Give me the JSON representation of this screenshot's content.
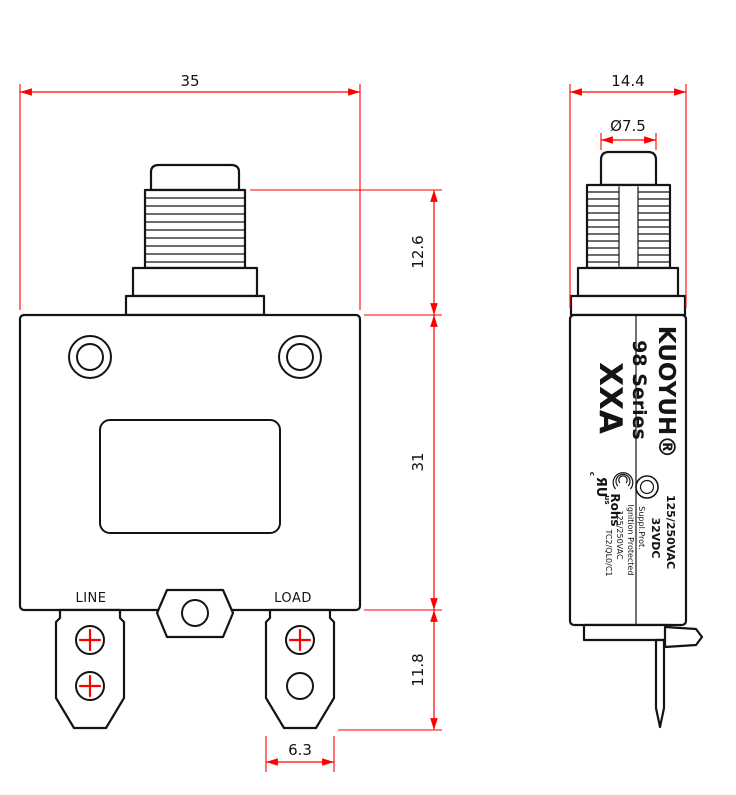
{
  "drawing": {
    "background": "#ffffff",
    "outline_color": "#141414",
    "dimension_color": "#ff0000"
  },
  "front_view": {
    "dimensions": {
      "overall_width": "35",
      "bushing_height": "12.6",
      "body_height": "31",
      "terminal_length": "11.8",
      "terminal_width": "6.3"
    },
    "terminal_labels": {
      "line": "LINE",
      "load": "LOAD"
    }
  },
  "side_view": {
    "dimensions": {
      "overall_depth": "14.4",
      "button_diameter": "Ø7.5"
    },
    "markings": {
      "brand": "KUOYUH®",
      "series": "98 Series",
      "model": "XXA",
      "rohs": "Rohs",
      "rating_ac": "125/250VAC",
      "rating_dc": "32VDC",
      "suppl_prot": "Suppl.Prot.",
      "ignition": "Ignition Protected",
      "rating_ac2": "125/250VAC",
      "type_code": "TC2/QL0/C1",
      "ul_r": "ЯU",
      "ul_c": "c",
      "ul_us": "us"
    }
  }
}
